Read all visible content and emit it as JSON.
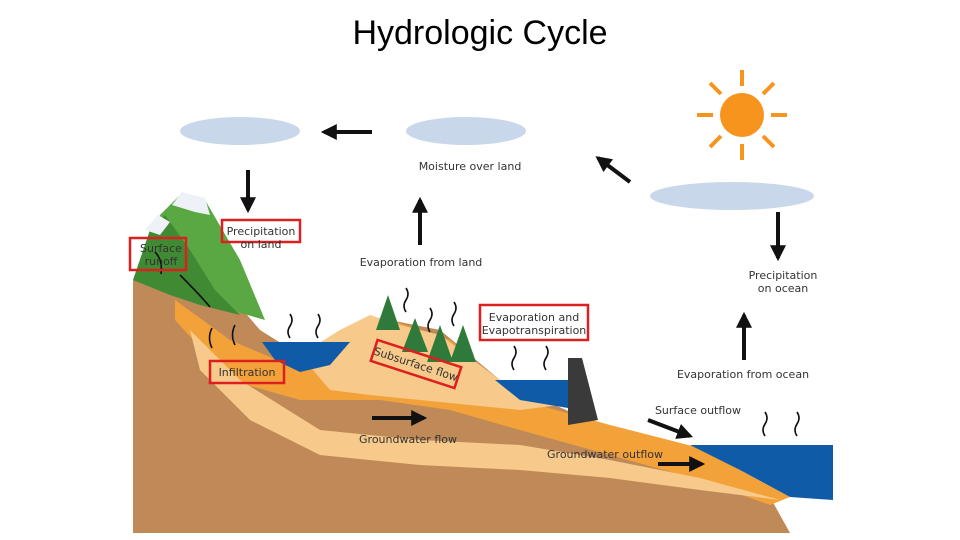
{
  "title": "Hydrologic Cycle",
  "labels": {
    "moisture_over_land": "Moisture over land",
    "precipitation_on_land": [
      "Precipitation",
      "on land"
    ],
    "surface_runoff": [
      "Surface",
      "runoff"
    ],
    "evaporation_from_land": "Evaporation from land",
    "precipitation_on_ocean": [
      "Precipitation",
      "on ocean"
    ],
    "evaporation_and_evapotranspiration": [
      "Evaporation and",
      "Evapotranspiration"
    ],
    "infiltration": "Infiltration",
    "subsurface_flow": "Subsurface flow",
    "evaporation_from_ocean": "Evaporation from ocean",
    "surface_outflow": "Surface outflow",
    "groundwater_flow": "Groundwater flow",
    "groundwater_outflow": "Groundwater outflow"
  },
  "colors": {
    "highlight_box": "#dd1f1f",
    "sun": "#f7941d",
    "cloud": "#c9d7ea",
    "water": "#0f5ba8",
    "soil": "#c08a58",
    "sand": "#f7c98a",
    "orange_layer": "#f3a23a",
    "grass": "#5aa844",
    "tree": "#2f7a3a"
  }
}
